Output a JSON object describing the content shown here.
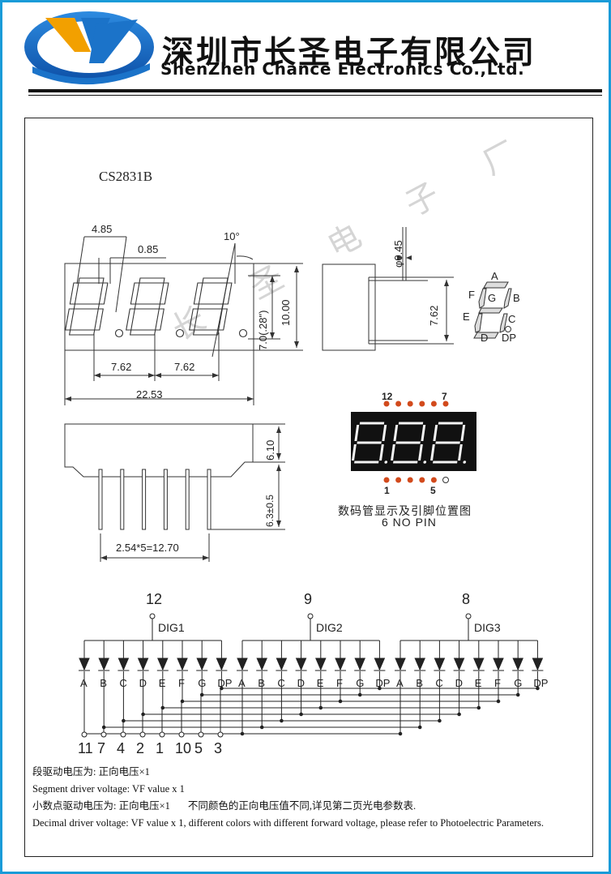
{
  "header": {
    "company_cn": "深圳市长圣电子有限公司",
    "company_en": "ShenZhen Chance Electronics Co.,Ltd."
  },
  "watermark": "长 圣 电 子 厂",
  "part_number": "CS2831B",
  "dimensions": {
    "d_4_85": "4.85",
    "d_0_85": "0.85",
    "angle": "10°",
    "phi": "φ0.45",
    "pitch_1": "7.62",
    "pitch_2": "7.62",
    "height_digit": "7.0(.28\")",
    "height_total": "10.00",
    "width_total": "22.53",
    "side_pitch": "7.62",
    "body_height": "6.10",
    "pin_length": "6.3±0.5",
    "pin_span": "2.54*5=12.70"
  },
  "segment_labels": [
    "A",
    "B",
    "C",
    "D",
    "E",
    "F",
    "G",
    "DP"
  ],
  "pin_diagram": {
    "top_left": "12",
    "top_right": "7",
    "bottom_left": "1",
    "bottom_right": "5",
    "caption_cn": "数码管显示及引脚位置图",
    "caption_en": "6 NO PIN"
  },
  "circuit": {
    "digits": [
      {
        "pin": "12",
        "name": "DIG1"
      },
      {
        "pin": "9",
        "name": "DIG2"
      },
      {
        "pin": "8",
        "name": "DIG3"
      }
    ],
    "segment_names": [
      "A",
      "B",
      "C",
      "D",
      "E",
      "F",
      "G",
      "DP"
    ],
    "bottom_pins": [
      "11",
      "7",
      "4",
      "2",
      "1",
      "10",
      "5",
      "3"
    ]
  },
  "notes": {
    "line1": "段驱动电压为:   正向电压×1",
    "line2": "Segment driver voltage: VF value x 1",
    "line3a": "小数点驱动电压为:    正向电压×1",
    "line3b": "不同颜色的正向电压值不同,详见第二页光电参数表.",
    "line4": "Decimal driver voltage: VF value x 1, different colors with different forward voltage, please refer to Photoelectric Parameters."
  },
  "colors": {
    "frame": "#1a9bd8",
    "logo_blue": "#1b73c9",
    "logo_orange": "#f2a000",
    "led_body": "#111111",
    "led_pin": "#d24a1c"
  }
}
